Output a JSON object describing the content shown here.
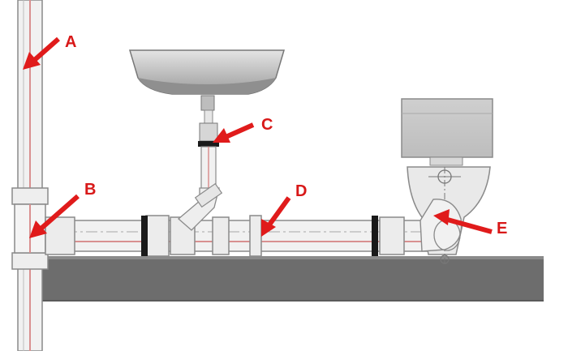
{
  "labels": [
    {
      "id": "A",
      "text": "A"
    },
    {
      "id": "B",
      "text": "B"
    },
    {
      "id": "C",
      "text": "C"
    },
    {
      "id": "D",
      "text": "D"
    },
    {
      "id": "E",
      "text": "E"
    }
  ],
  "colors": {
    "arrow": "#e01b1b",
    "floor": "#6d6d6d",
    "pipe_fill": "#f1f1f1",
    "pipe_stroke": "#8a8a8a",
    "pipe_stripe": "#d99090",
    "seal": "#1a1a1a",
    "fixture": "#c8c8c8",
    "fixture_dark": "#9a9a9a"
  }
}
